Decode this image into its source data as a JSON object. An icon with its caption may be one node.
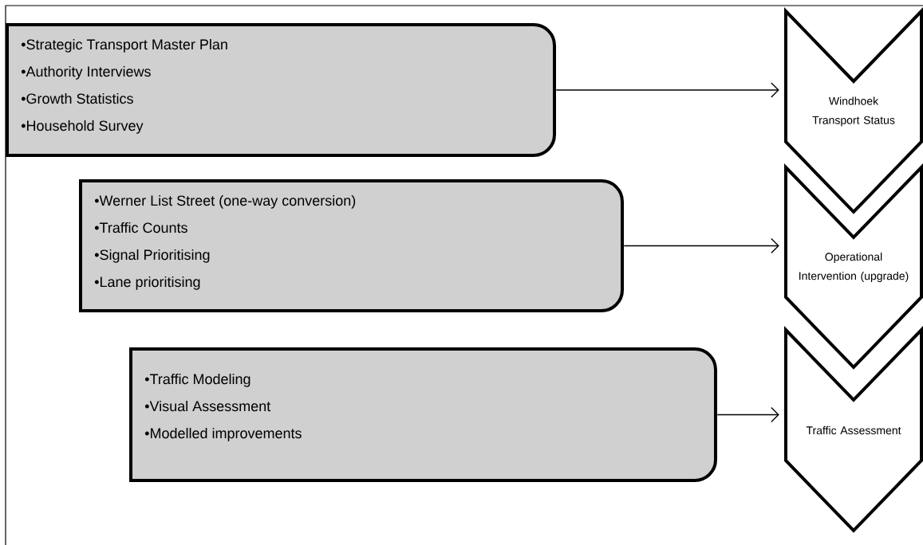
{
  "diagram": {
    "nodes": [
      {
        "text": [
          "•Strategic Transport Master Plan",
          "•Authority Interviews",
          "•Growth Statistics",
          "•Household Survey"
        ]
      },
      {
        "text": [
          "•Werner List Street (one-way conversion)",
          "•Traffic Counts",
          "•Signal Prioritising",
          "•Lane prioritising"
        ]
      },
      {
        "text": [
          "•Traffic Modeling",
          "•Visual Assessment",
          "•Modelled improvements"
        ]
      },
      {
        "text": [
          "Windhoek Transport Status"
        ]
      },
      {
        "text": [
          "Operational Intervention (upgrade)"
        ]
      },
      {
        "text": [
          "Traffic Assessment"
        ]
      }
    ],
    "edges": [
      {
        "from": 0,
        "to": 3,
        "arrow": "to"
      },
      {
        "from": 1,
        "to": 4,
        "arrow": "to"
      },
      {
        "from": 2,
        "to": 5,
        "arrow": "to"
      }
    ]
  }
}
